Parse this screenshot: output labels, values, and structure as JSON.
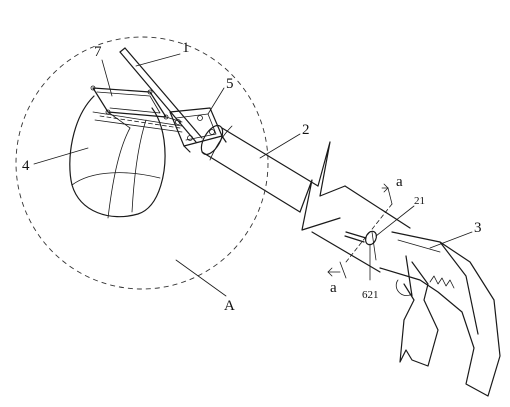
{
  "labels": {
    "l1": "1",
    "l2": "2",
    "l3": "3",
    "l4": "4",
    "l5": "5",
    "l7": "7",
    "l21": "21",
    "l621": "621",
    "la": "A",
    "sec_top": "a",
    "sec_bottom": "a"
  }
}
